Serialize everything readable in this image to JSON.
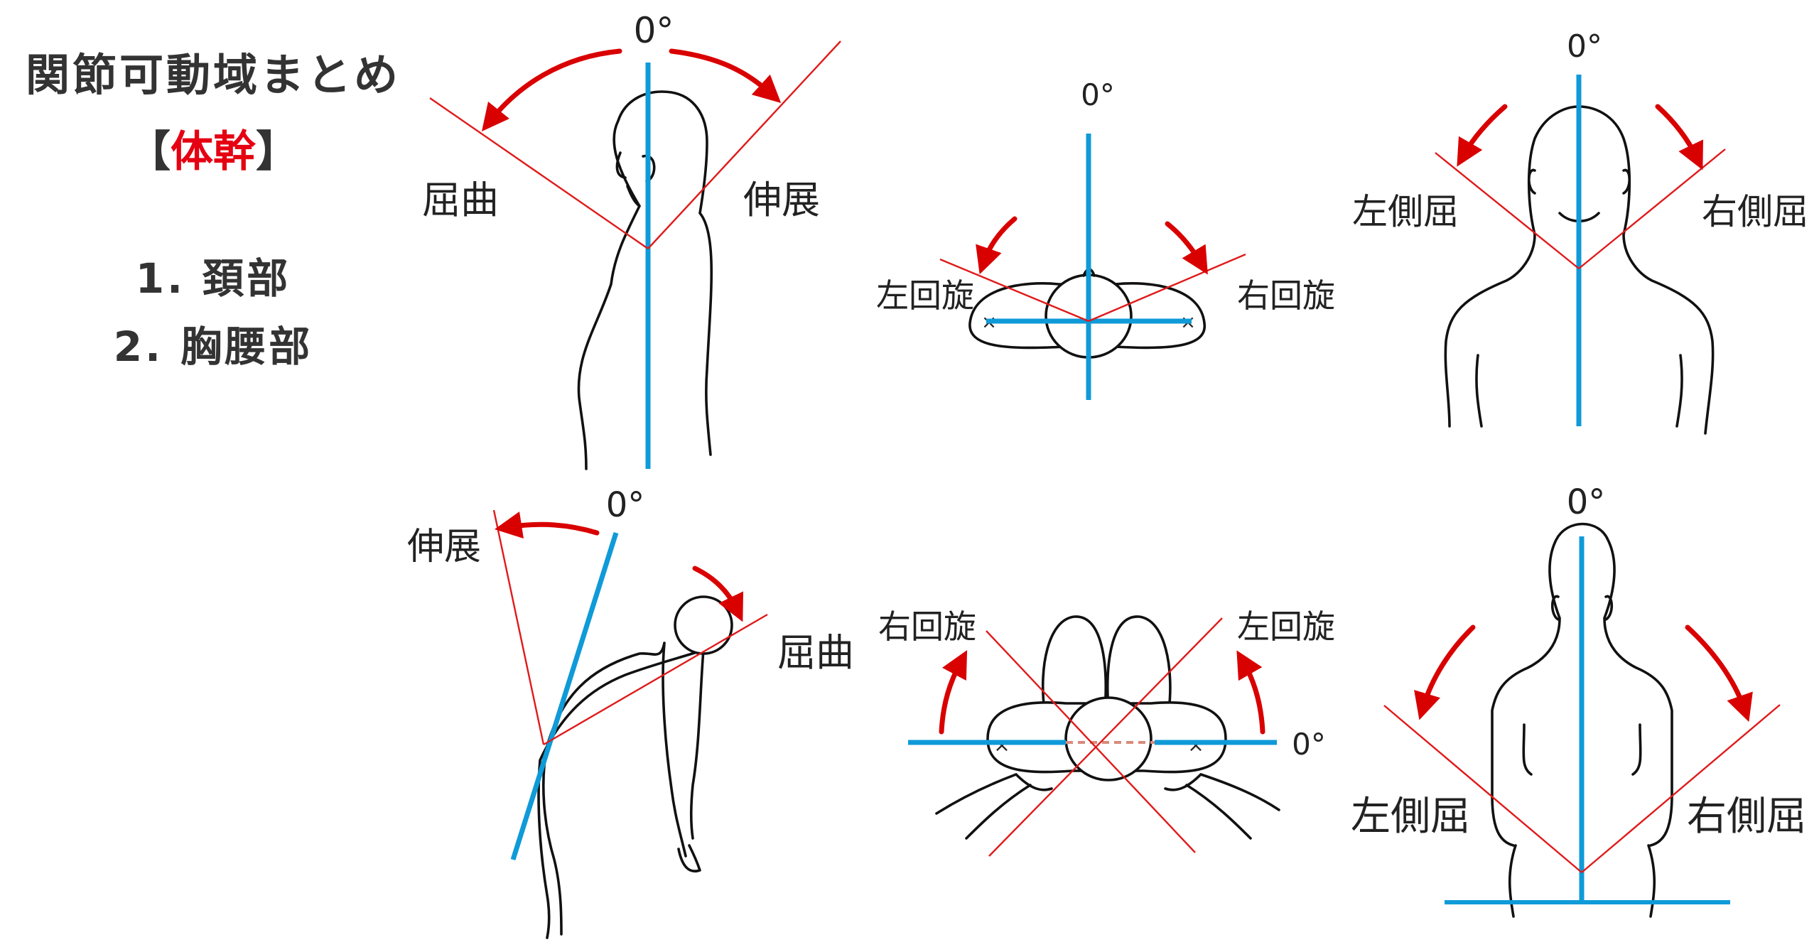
{
  "title": "関節可動域まとめ",
  "subtitle": {
    "open": "【",
    "accent": "体幹",
    "close": "】"
  },
  "list": [
    "1. 頚部",
    "2. 胸腰部"
  ],
  "labels": {
    "zero": "0°",
    "flexion": "屈曲",
    "extension": "伸展",
    "left_rotation": "左回旋",
    "right_rotation": "右回旋",
    "left_lateral_flexion": "左側屈",
    "right_lateral_flexion": "右側屈"
  },
  "colors": {
    "axis": "#0f9ad8",
    "reference_line": "#e01a1a",
    "arrow": "#d90000",
    "accent": "#e50012",
    "dashed": "#d98a7a"
  }
}
